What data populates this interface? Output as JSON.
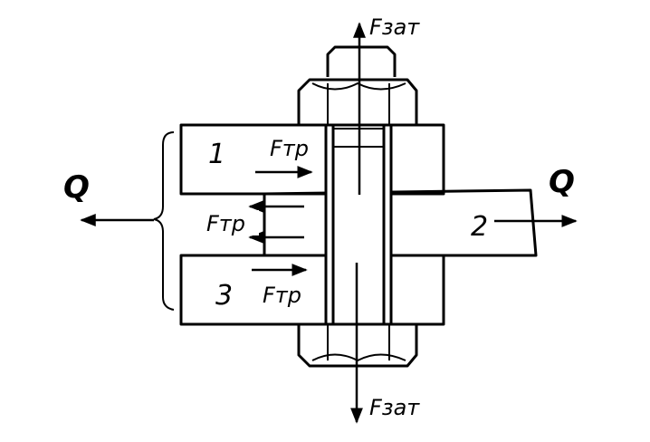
{
  "labels": {
    "f_clamp_top": "Fзат",
    "f_clamp_bottom": "Fзат",
    "q_left": "Q",
    "q_right": "Q",
    "plate_1": "1",
    "plate_2": "2",
    "plate_3": "3",
    "f_friction_top": "Fтр",
    "f_friction_middle": "Fтр",
    "f_friction_bottom": "Fтр"
  },
  "colors": {
    "ink": "#000000",
    "paper": "#ffffff"
  }
}
